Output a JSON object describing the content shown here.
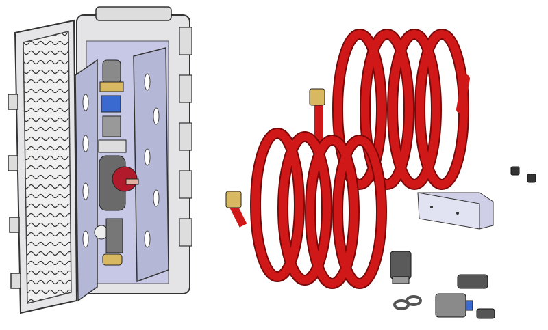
{
  "scene": {
    "colors": {
      "background": "#ffffff",
      "hose": "#d01818",
      "hose_dark": "#7a0808",
      "case": "#e4e4e6",
      "case_outline": "#3a3a3a",
      "panel": "#b8bcd8",
      "brass": "#d8b860",
      "valve_body": "#6a6a6a",
      "gauge": "#3a6ad0"
    },
    "parts": [
      "case",
      "hose-coil-1",
      "hose-coil-2",
      "bracket",
      "camlock-fittings",
      "hose-clamps",
      "small-plugs"
    ]
  }
}
